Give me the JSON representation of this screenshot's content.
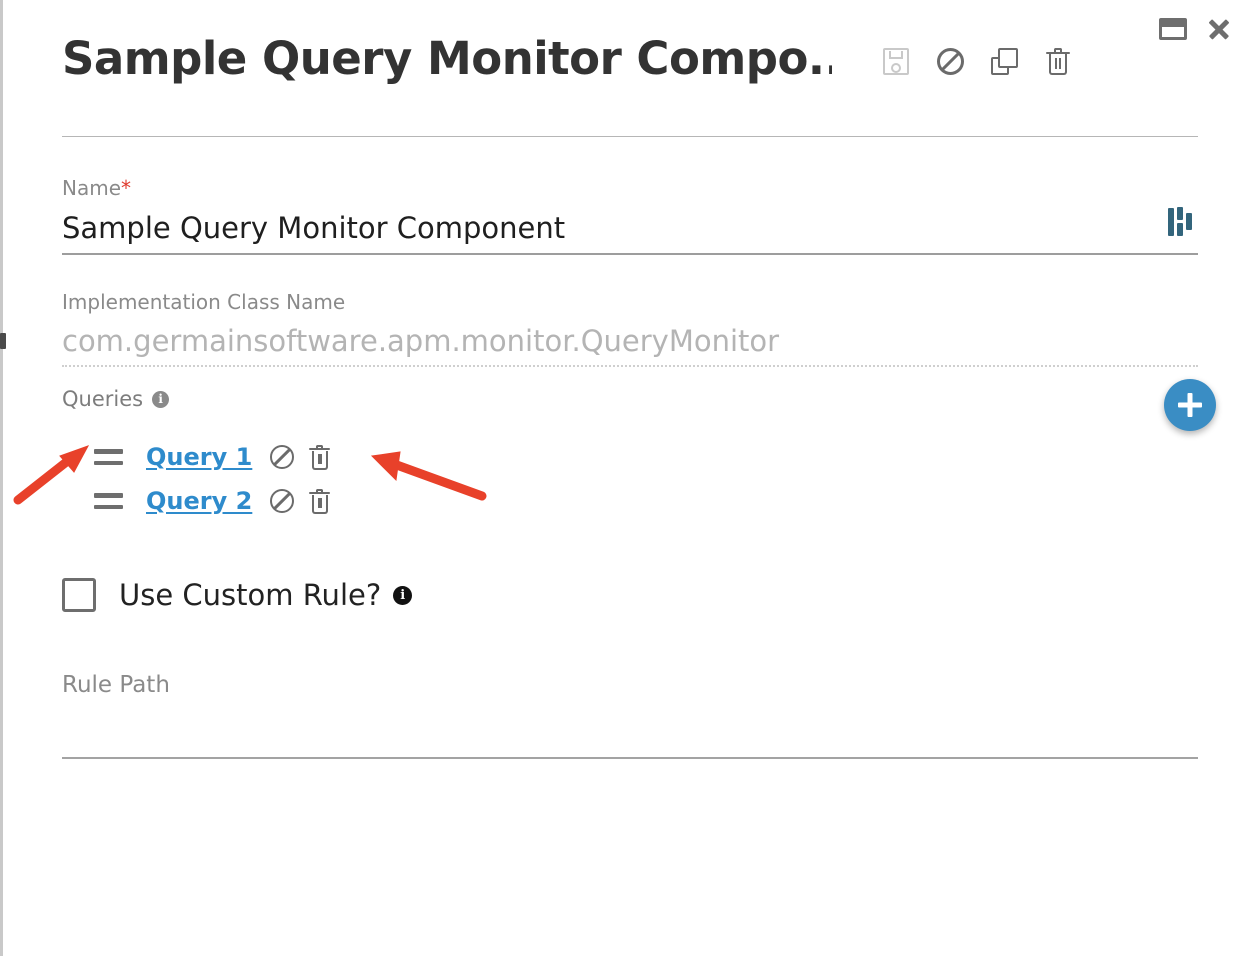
{
  "window": {
    "restore_label": "Restore",
    "close_label": "Close"
  },
  "header": {
    "title": "Sample Query Monitor Compo...",
    "actions": [
      {
        "name": "save",
        "label": "Save",
        "icon": "save-icon",
        "disabled": true
      },
      {
        "name": "cancel",
        "label": "Cancel",
        "icon": "ban-icon",
        "disabled": false
      },
      {
        "name": "copy",
        "label": "Copy",
        "icon": "copy-icon",
        "disabled": false
      },
      {
        "name": "delete",
        "label": "Delete",
        "icon": "trash-icon",
        "disabled": false
      }
    ]
  },
  "form": {
    "name_field": {
      "label": "Name",
      "required_marker": "*",
      "value": "Sample Query Monitor Component",
      "trailing_icon": "bar-chart-icon"
    },
    "impl_field": {
      "label": "Implementation Class Name",
      "value": "com.germainsoftware.apm.monitor.QueryMonitor",
      "readonly": true
    },
    "queries": {
      "label": "Queries",
      "info_icon": "info-icon",
      "add_button_label": "+",
      "items": [
        {
          "label": "Query 1",
          "disable_icon": "ban-icon",
          "delete_icon": "trash-icon"
        },
        {
          "label": "Query 2",
          "disable_icon": "ban-icon",
          "delete_icon": "trash-icon"
        }
      ]
    },
    "custom_rule": {
      "label": "Use Custom Rule?",
      "checked": false,
      "info_icon": "info-icon"
    },
    "rule_path": {
      "label": "Rule Path",
      "value": ""
    }
  },
  "annotations": {
    "color": "#e8412a",
    "arrows": [
      {
        "name": "arrow-to-drag-handle",
        "points_to": "drag-handle"
      },
      {
        "name": "arrow-to-delete-icon",
        "points_to": "delete-icon"
      }
    ]
  },
  "colors": {
    "link": "#2e8bcc",
    "fab": "#3a8dc4",
    "required": "#e03b2f",
    "chart_icon": "#33657c",
    "annotation": "#e8412a"
  }
}
